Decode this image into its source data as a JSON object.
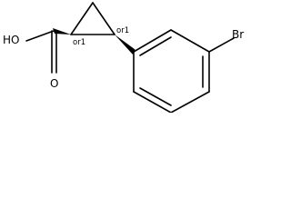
{
  "molecule": {
    "atom_labels": {
      "hydroxyl": "HO",
      "carbonyl_oxygen": "O",
      "bromine": "Br"
    },
    "stereo_labels": {
      "c1": "or1",
      "c2": "or1"
    },
    "bond_color": "#000000"
  }
}
